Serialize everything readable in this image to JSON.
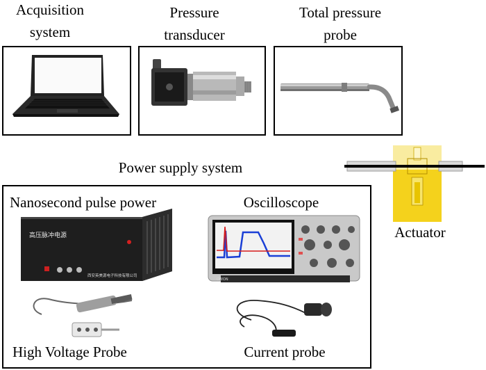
{
  "labels": {
    "acquisition_line1": "Acquisition",
    "acquisition_line2": "system",
    "transducer_line1": "Pressure",
    "transducer_line2": "transducer",
    "probe_line1": "Total pressure",
    "probe_line2": "probe",
    "power_supply": "Power supply system",
    "nanosecond": "Nanosecond pulse power",
    "oscilloscope": "Oscilloscope",
    "actuator": "Actuator",
    "hv_probe": "High Voltage Probe",
    "current_probe": "Current probe"
  },
  "device_text": {
    "power_panel_title": "高压脉冲电源",
    "power_manufacturer": "西安英美源电子科技有限公司",
    "scope_brand": "OWON"
  },
  "colors": {
    "border": "#000000",
    "actuator_yellow": "#f4d21c",
    "actuator_light": "#f9eca0",
    "trace_blue": "#1a3fd6",
    "trace_red": "#d61a1a",
    "power_body": "#1e1e1e"
  }
}
